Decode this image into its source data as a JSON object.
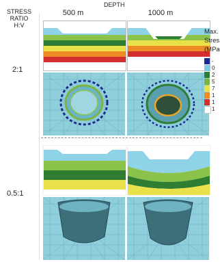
{
  "header": {
    "stress_ratio_label_1": "STRESS",
    "stress_ratio_label_2": "RATIO",
    "stress_ratio_label_3": "H:V",
    "depth_title": "DEPTH",
    "columns": [
      "500 m",
      "1000 m"
    ]
  },
  "rows": [
    {
      "ratio": "2:1"
    },
    {
      "ratio": "0.5:1"
    }
  ],
  "legend": {
    "title_lines": [
      "Max.",
      "Stres",
      "(MPa"
    ],
    "entries": [
      {
        "color": "#1b2a8f",
        "label": "-"
      },
      {
        "color": "#7ec8e3",
        "label": "0"
      },
      {
        "color": "#2e7d32",
        "label": "2"
      },
      {
        "color": "#7cb342",
        "label": "5"
      },
      {
        "color": "#e8e14a",
        "label": "7"
      },
      {
        "color": "#f08a24",
        "label": "1"
      },
      {
        "color": "#d32f2f",
        "label": "1"
      },
      {
        "color": "#ffffff",
        "label": "1"
      }
    ]
  },
  "colors": {
    "light_blue": "#8fd3e8",
    "mesh_fill": "#8fcfdc",
    "green_dark": "#2e7d32",
    "green_light": "#8bc34a",
    "yellow": "#e8e14a",
    "orange": "#f08a24",
    "red": "#d32f2f"
  }
}
